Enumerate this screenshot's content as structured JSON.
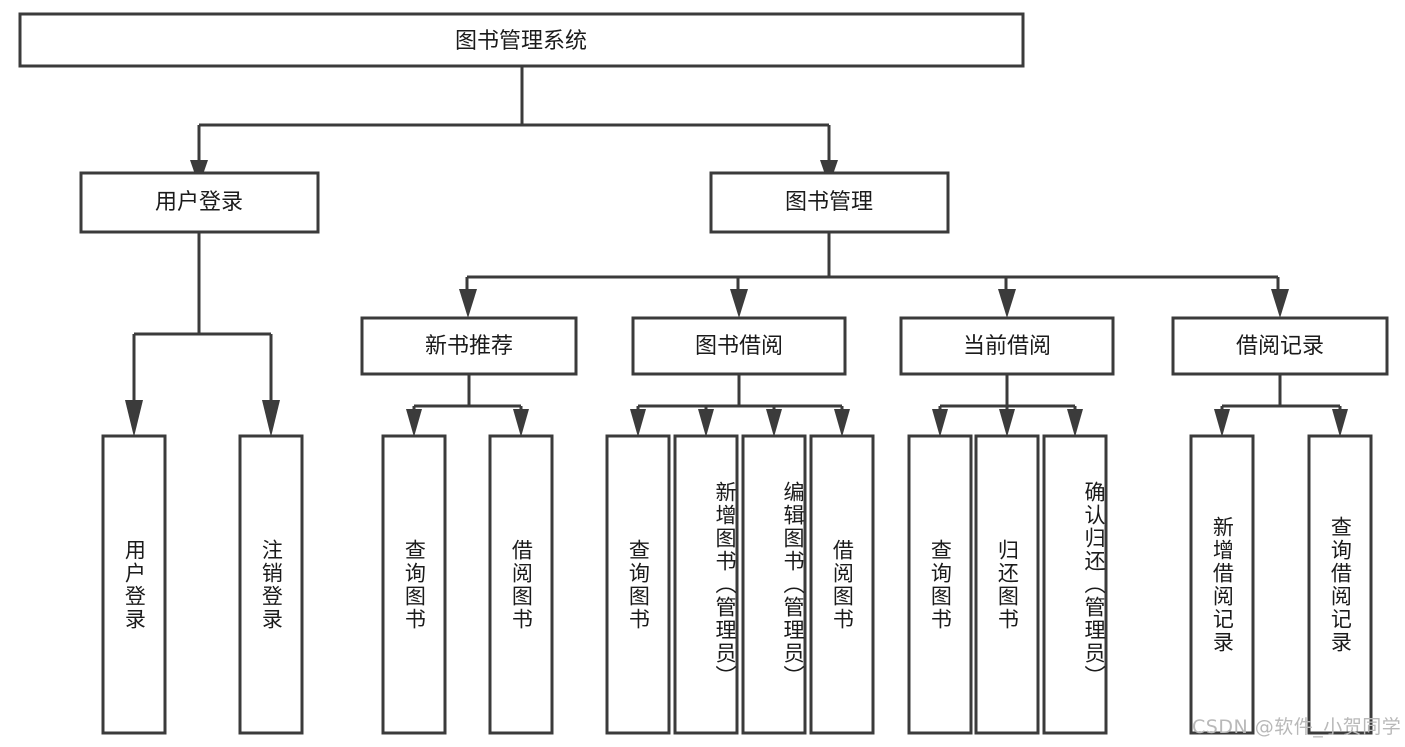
{
  "diagram": {
    "title": "图书管理系统",
    "type": "hierarchy-tree",
    "root": {
      "id": "root",
      "label": "图书管理系统"
    },
    "level1": [
      {
        "id": "user-login",
        "label": "用户登录"
      },
      {
        "id": "book-manage",
        "label": "图书管理"
      }
    ],
    "level2": [
      {
        "id": "new-book-recommend",
        "label": "新书推荐",
        "parent": "book-manage"
      },
      {
        "id": "book-borrow",
        "label": "图书借阅",
        "parent": "book-manage"
      },
      {
        "id": "current-borrow",
        "label": "当前借阅",
        "parent": "book-manage"
      },
      {
        "id": "borrow-record",
        "label": "借阅记录",
        "parent": "book-manage"
      }
    ],
    "leaves": [
      {
        "id": "leaf-user-login",
        "label": "用户登录",
        "parent": "user-login"
      },
      {
        "id": "leaf-logout-login",
        "label": "注销登录",
        "parent": "user-login"
      },
      {
        "id": "leaf-query-book-1",
        "label": "查询图书",
        "parent": "new-book-recommend"
      },
      {
        "id": "leaf-borrow-book-1",
        "label": "借阅图书",
        "parent": "new-book-recommend"
      },
      {
        "id": "leaf-query-book-2",
        "label": "查询图书",
        "parent": "book-borrow"
      },
      {
        "id": "leaf-add-book-admin",
        "label": "新增图书（管理员）",
        "parent": "book-borrow"
      },
      {
        "id": "leaf-edit-book-admin",
        "label": "编辑图书（管理员）",
        "parent": "book-borrow"
      },
      {
        "id": "leaf-borrow-book-2",
        "label": "借阅图书",
        "parent": "book-borrow"
      },
      {
        "id": "leaf-query-book-3",
        "label": "查询图书",
        "parent": "current-borrow"
      },
      {
        "id": "leaf-return-book",
        "label": "归还图书",
        "parent": "current-borrow"
      },
      {
        "id": "leaf-confirm-return-admin",
        "label": "确认归还（管理员）",
        "parent": "current-borrow"
      },
      {
        "id": "leaf-add-borrow-record",
        "label": "新增借阅记录",
        "parent": "borrow-record"
      },
      {
        "id": "leaf-query-borrow-record",
        "label": "查询借阅记录",
        "parent": "borrow-record"
      }
    ],
    "colors": {
      "stroke": "#3b3b3b",
      "fill": "#ffffff",
      "text": "#1b1b1b",
      "watermark": "#b9b9b9"
    }
  },
  "watermark": {
    "text": "CSDN @软件_小贺同学"
  }
}
